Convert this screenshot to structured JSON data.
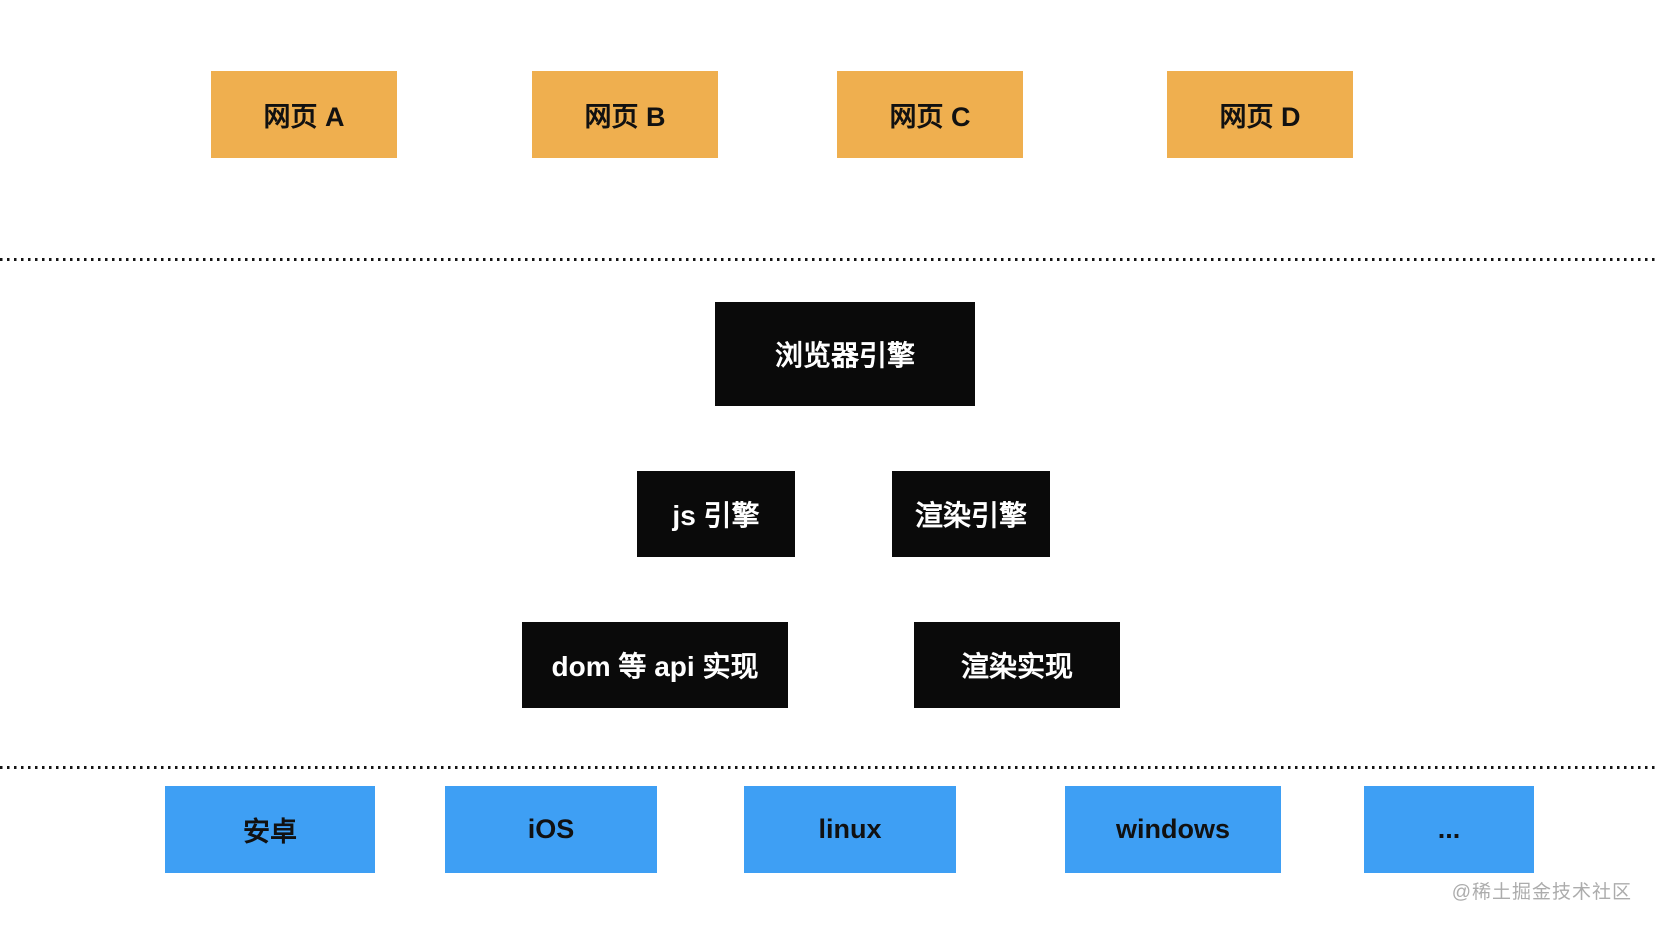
{
  "diagram": {
    "web_pages": [
      "网页 A",
      "网页 B",
      "网页 C",
      "网页 D"
    ],
    "browser_engine_label": "浏览器引擎",
    "engine_components": [
      "js 引擎",
      "渲染引擎"
    ],
    "implementation_components": [
      "dom 等 api 实现",
      "渲染实现"
    ],
    "platforms": [
      "安卓",
      "iOS",
      "linux",
      "windows",
      "..."
    ],
    "watermark": "@稀土掘金技术社区"
  },
  "colors": {
    "background": "#FFFFFF",
    "webpage_fill": "#EFAF4F",
    "engine_fill": "#0A0A0A",
    "engine_text": "#FFFFFF",
    "platform_fill": "#3E9FF4",
    "box_text": "#111111",
    "dotted_line": "#141414",
    "watermark_text": "#ACACAC"
  }
}
